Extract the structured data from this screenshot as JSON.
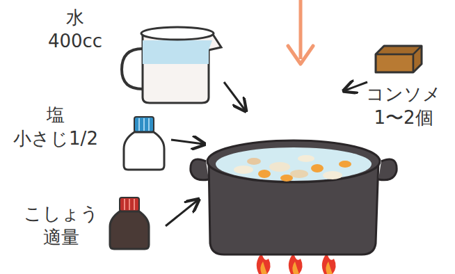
{
  "diagram": {
    "labels": [
      "水 400cc",
      "塩 小さじ1/2",
      "こしょう 適量",
      "コンソメ 1〜2個"
    ]
  }
}
